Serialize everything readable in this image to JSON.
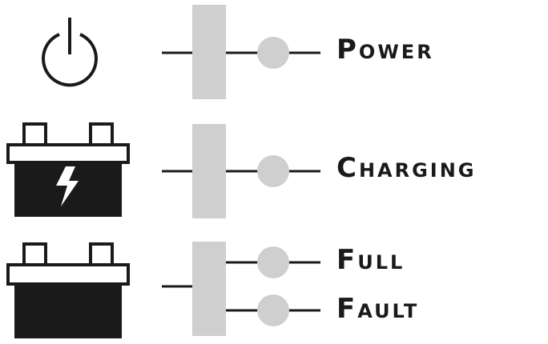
{
  "colors": {
    "ink": "#1a1a1a",
    "bar": "#cfcfcf",
    "led": "#cfcfcf",
    "background": "#ffffff"
  },
  "rows": [
    {
      "icon": "power-icon",
      "labels": [
        "Power"
      ]
    },
    {
      "icon": "battery-charging-icon",
      "labels": [
        "Charging"
      ]
    },
    {
      "icon": "battery-icon",
      "labels": [
        "Full",
        "Fault"
      ]
    }
  ]
}
